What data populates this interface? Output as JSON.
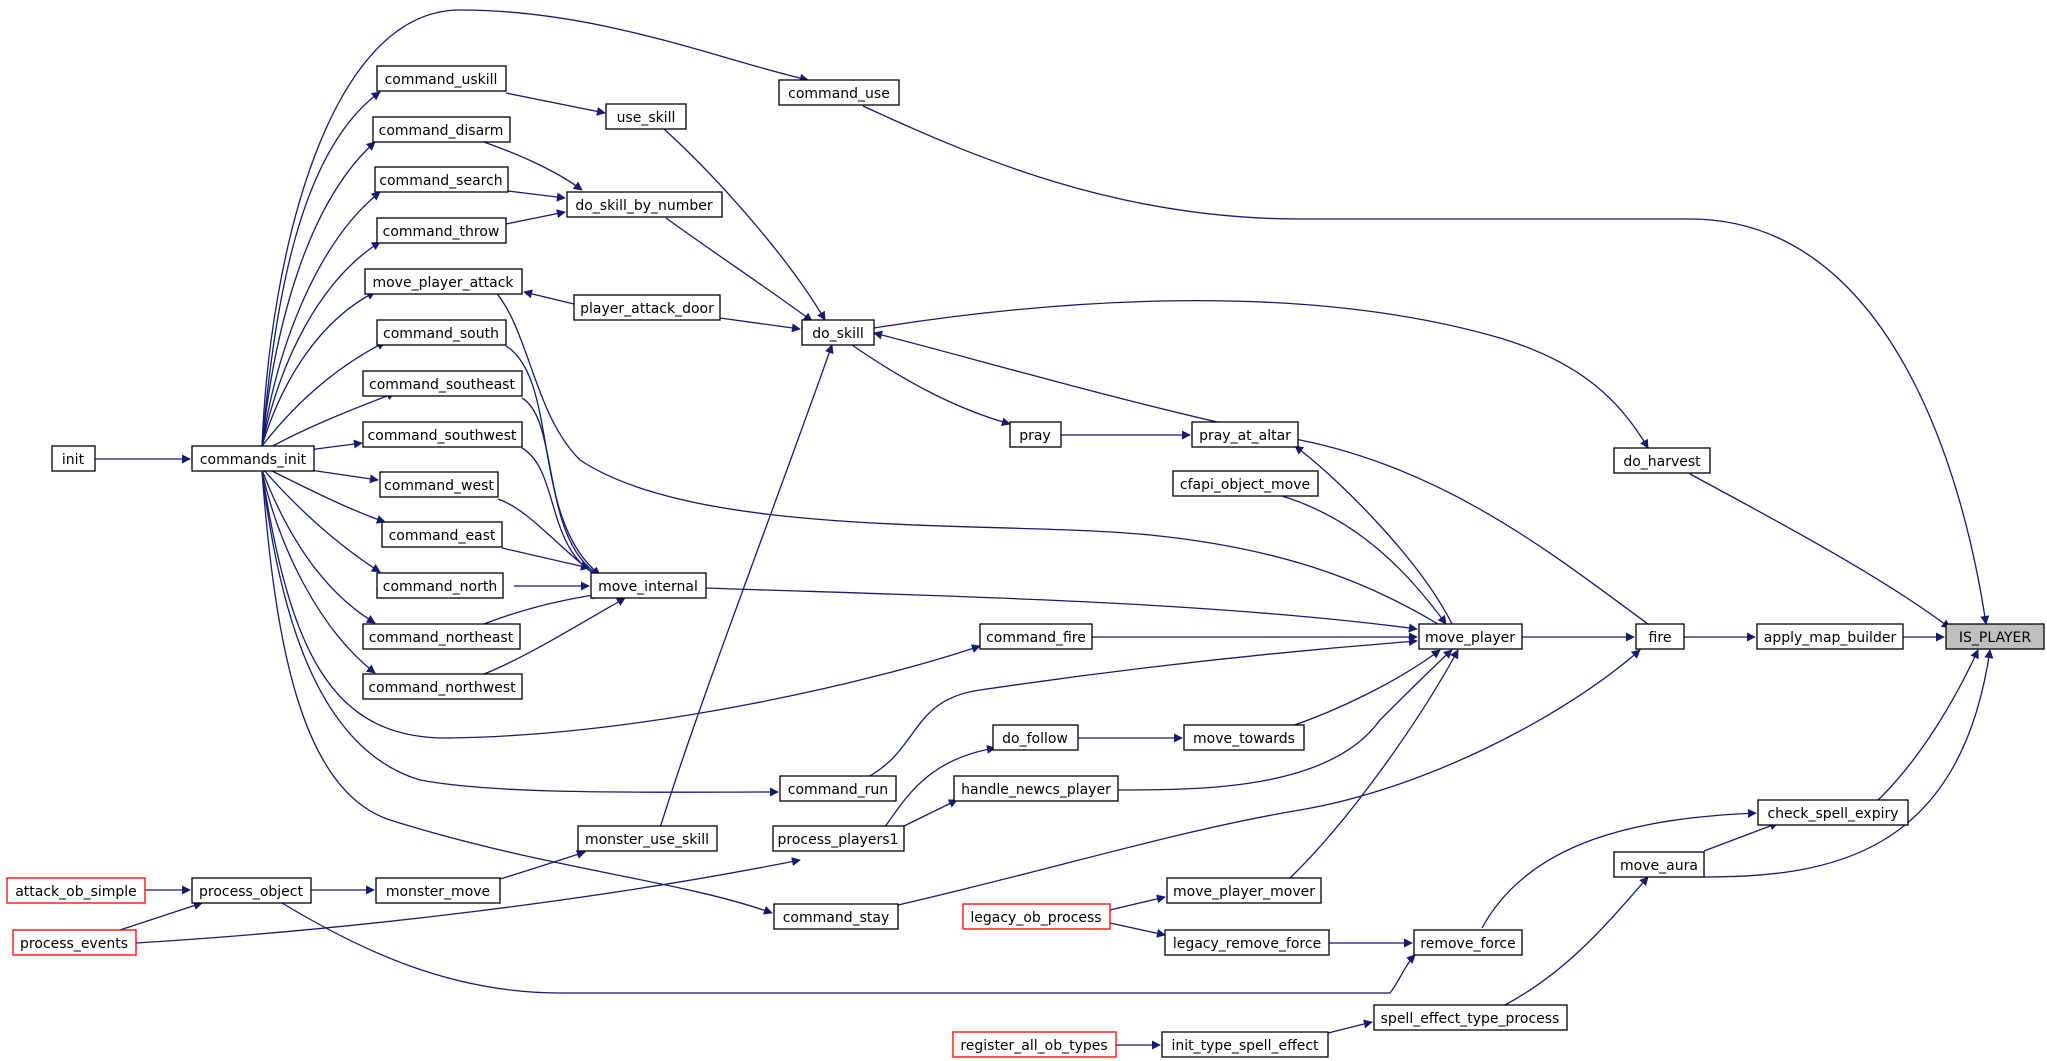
{
  "nodes": {
    "IS_PLAYER": "IS_PLAYER",
    "apply_map_builder": "apply_map_builder",
    "fire": "fire",
    "do_harvest": "do_harvest",
    "check_spell_expiry": "check_spell_expiry",
    "move_aura": "move_aura",
    "command_use": "command_use",
    "move_player": "move_player",
    "do_skill": "do_skill",
    "remove_force": "remove_force",
    "spell_effect_type_process": "spell_effect_type_process",
    "init_type_spell_effect": "init_type_spell_effect",
    "register_all_ob_types": "register_all_ob_types",
    "legacy_remove_force": "legacy_remove_force",
    "legacy_ob_process": "legacy_ob_process",
    "move_player_mover": "move_player_mover",
    "move_towards": "move_towards",
    "do_follow": "do_follow",
    "handle_newcs_player": "handle_newcs_player",
    "process_players1": "process_players1",
    "cfapi_object_move": "cfapi_object_move",
    "pray_at_altar": "pray_at_altar",
    "pray": "pray",
    "command_fire": "command_fire",
    "command_run": "command_run",
    "command_stay": "command_stay",
    "move_internal": "move_internal",
    "player_attack_door": "player_attack_door",
    "move_player_attack": "move_player_attack",
    "do_skill_by_number": "do_skill_by_number",
    "use_skill": "use_skill",
    "monster_use_skill": "monster_use_skill",
    "monster_move": "monster_move",
    "process_object": "process_object",
    "attack_ob_simple": "attack_ob_simple",
    "process_events": "process_events",
    "command_uskill": "command_uskill",
    "command_disarm": "command_disarm",
    "command_search": "command_search",
    "command_throw": "command_throw",
    "command_south": "command_south",
    "command_southeast": "command_southeast",
    "command_southwest": "command_southwest",
    "command_west": "command_west",
    "command_east": "command_east",
    "command_north": "command_north",
    "command_northeast": "command_northeast",
    "command_northwest": "command_northwest",
    "commands_init": "commands_init",
    "init": "init"
  },
  "colors": {
    "edge": "#191970",
    "root_fill": "#bfbfbf",
    "node_border": "#000000",
    "external_border": "#ff0000"
  }
}
